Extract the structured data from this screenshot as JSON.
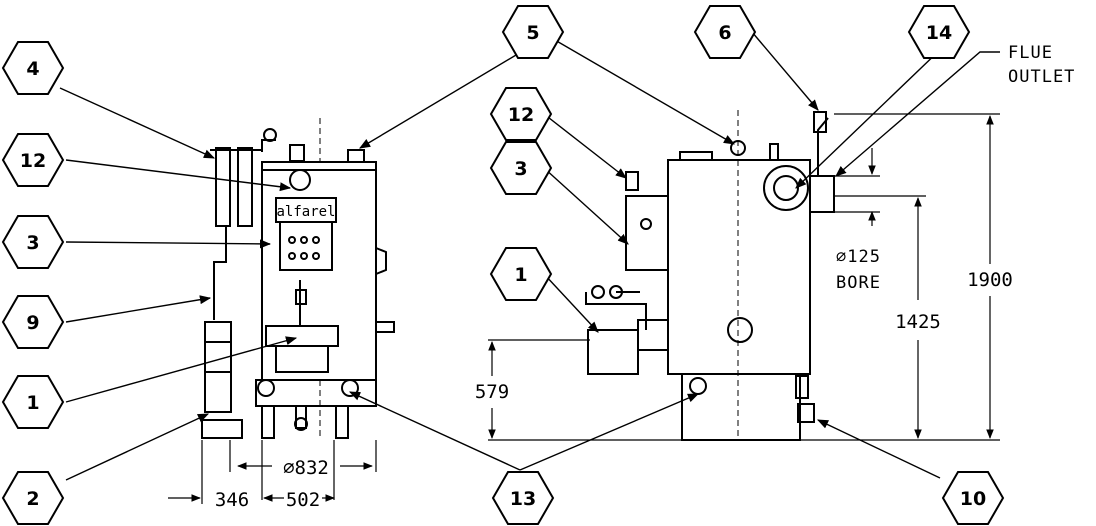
{
  "callouts": [
    {
      "id": "4",
      "label": "4"
    },
    {
      "id": "12",
      "label": "12"
    },
    {
      "id": "3",
      "label": "3"
    },
    {
      "id": "9",
      "label": "9"
    },
    {
      "id": "1",
      "label": "1"
    },
    {
      "id": "2",
      "label": "2"
    },
    {
      "id": "5",
      "label": "5"
    },
    {
      "id": "13",
      "label": "13"
    },
    {
      "id": "12b",
      "label": "12"
    },
    {
      "id": "3b",
      "label": "3"
    },
    {
      "id": "1b",
      "label": "1"
    },
    {
      "id": "6",
      "label": "6"
    },
    {
      "id": "14",
      "label": "14"
    },
    {
      "id": "10",
      "label": "10"
    }
  ],
  "brand_plate": "alfarel",
  "notes": {
    "flue_line1": "FLUE",
    "flue_line2": "OUTLET",
    "bore_line1": "∅125",
    "bore_line2": "BORE"
  },
  "dimensions": {
    "diameter": "∅832",
    "d346": "346",
    "d502": "502",
    "d579": "579",
    "d1425": "1425",
    "d1900": "1900"
  }
}
